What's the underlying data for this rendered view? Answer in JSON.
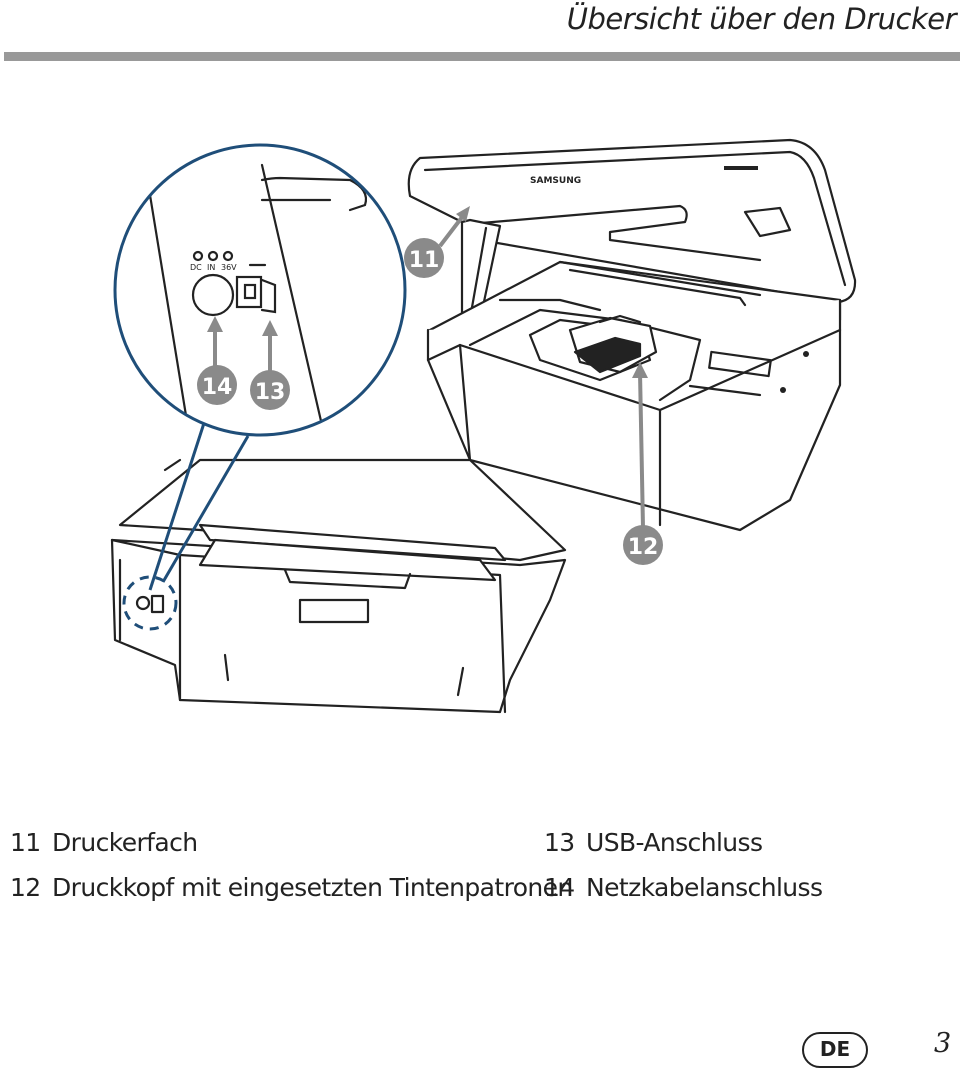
{
  "header": {
    "title": "Übersicht über den Drucker"
  },
  "figure": {
    "callouts": [
      "11",
      "12",
      "13",
      "14"
    ],
    "printer_brand": "SAMSUNG",
    "port_labels": {
      "dc": "DC",
      "in": "IN",
      "volt": "36V"
    }
  },
  "legend": [
    {
      "number": "11",
      "label": "Druckerfach"
    },
    {
      "number": "12",
      "label": "Druckkopf mit eingesetzten Tintenpatronen"
    },
    {
      "number": "13",
      "label": "USB-Anschluss"
    },
    {
      "number": "14",
      "label": "Netzkabelanschluss"
    }
  ],
  "footer": {
    "language": "DE",
    "page_number": "3"
  },
  "colors": {
    "accent_blue": "#1f4e79",
    "callout_gray": "#8a8a8a",
    "rule_gray": "#999999"
  }
}
